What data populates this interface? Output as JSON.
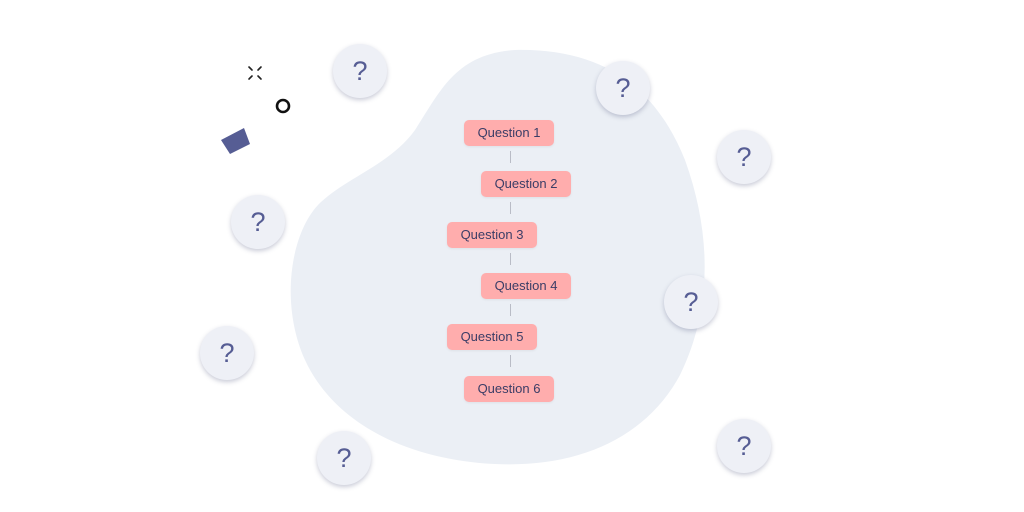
{
  "colors": {
    "blob": "#ebeff5",
    "question_box": "#ffadad",
    "question_text": "#3b3d66",
    "qmark_bubble": "#eef0f6",
    "qmark_text": "#565d94",
    "accent_shape": "#565d94",
    "connector": "#b9bcc6"
  },
  "flow": {
    "steps": [
      {
        "label": "Question 1"
      },
      {
        "label": "Question 2"
      },
      {
        "label": "Question 3"
      },
      {
        "label": "Question 4"
      },
      {
        "label": "Question 5"
      },
      {
        "label": "Question 6"
      }
    ]
  },
  "bubbles": {
    "mark": "?"
  },
  "icons": {
    "sparkle": "sparkle-icon",
    "ring": "ring-icon",
    "wedge": "wedge-icon",
    "question": "question-mark-icon"
  }
}
